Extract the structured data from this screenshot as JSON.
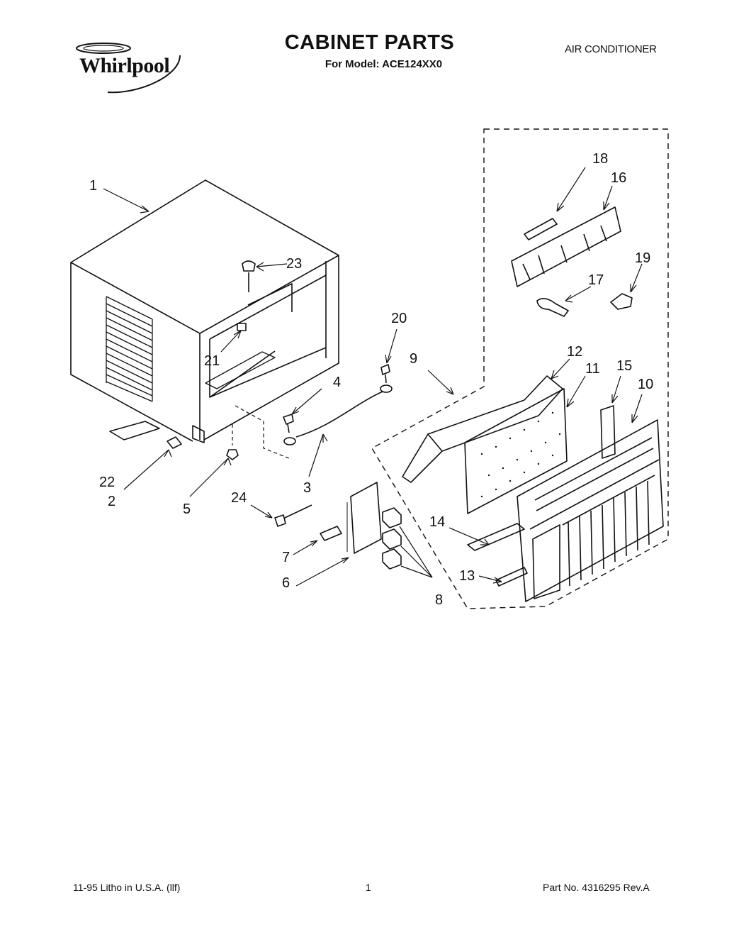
{
  "header": {
    "brand": "Whirlpool",
    "title": "CABINET PARTS",
    "subtitle": "For Model: ACE124XX0",
    "product": "AIR CONDITIONER"
  },
  "callouts": {
    "n1": "1",
    "n2": "2",
    "n3": "3",
    "n4": "4",
    "n5": "5",
    "n6": "6",
    "n7": "7",
    "n8": "8",
    "n9": "9",
    "n10": "10",
    "n11": "11",
    "n12": "12",
    "n13": "13",
    "n14": "14",
    "n15": "15",
    "n16": "16",
    "n17": "17",
    "n18": "18",
    "n19": "19",
    "n20": "20",
    "n21": "21",
    "n22": "22",
    "n23": "23",
    "n24": "24"
  },
  "footer": {
    "left": "11-95 Litho in U.S.A. (llf)",
    "page": "1",
    "part_no": "Part No. 4316295 Rev.A"
  }
}
